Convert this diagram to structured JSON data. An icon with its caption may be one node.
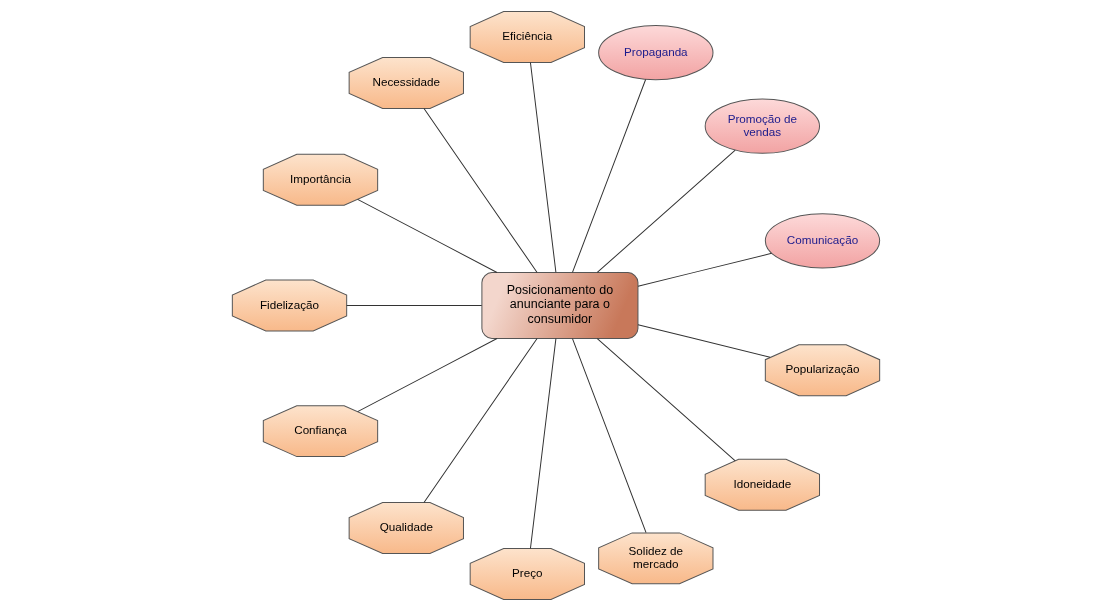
{
  "diagram": {
    "nodes": [
      {
        "text": [
          "Posicionamento do anunciante para o consumidor"
        ]
      },
      {
        "text": [
          "Comunicação"
        ]
      },
      {
        "text": [
          "Promoção de vendas"
        ]
      },
      {
        "text": [
          "Propaganda"
        ]
      },
      {
        "text": [
          "Eficiência"
        ]
      },
      {
        "text": [
          "Necessidade"
        ]
      },
      {
        "text": [
          "Importância"
        ]
      },
      {
        "text": [
          "Fidelização"
        ]
      },
      {
        "text": [
          "Confiança"
        ]
      },
      {
        "text": [
          "Qualidade"
        ]
      },
      {
        "text": [
          "Preço"
        ]
      },
      {
        "text": [
          "Solidez de mercado"
        ]
      },
      {
        "text": [
          "Idoneidade"
        ]
      },
      {
        "text": [
          "Popularização"
        ]
      }
    ],
    "edges": [
      {
        "from": 0,
        "to": 1,
        "arrow": "none"
      },
      {
        "from": 0,
        "to": 2,
        "arrow": "none"
      },
      {
        "from": 0,
        "to": 3,
        "arrow": "none"
      },
      {
        "from": 0,
        "to": 4,
        "arrow": "none"
      },
      {
        "from": 0,
        "to": 5,
        "arrow": "none"
      },
      {
        "from": 0,
        "to": 6,
        "arrow": "none"
      },
      {
        "from": 0,
        "to": 7,
        "arrow": "none"
      },
      {
        "from": 0,
        "to": 8,
        "arrow": "none"
      },
      {
        "from": 0,
        "to": 9,
        "arrow": "none"
      },
      {
        "from": 0,
        "to": 10,
        "arrow": "none"
      },
      {
        "from": 0,
        "to": 11,
        "arrow": "none"
      },
      {
        "from": 0,
        "to": 12,
        "arrow": "none"
      },
      {
        "from": 0,
        "to": 13,
        "arrow": "none"
      }
    ]
  }
}
